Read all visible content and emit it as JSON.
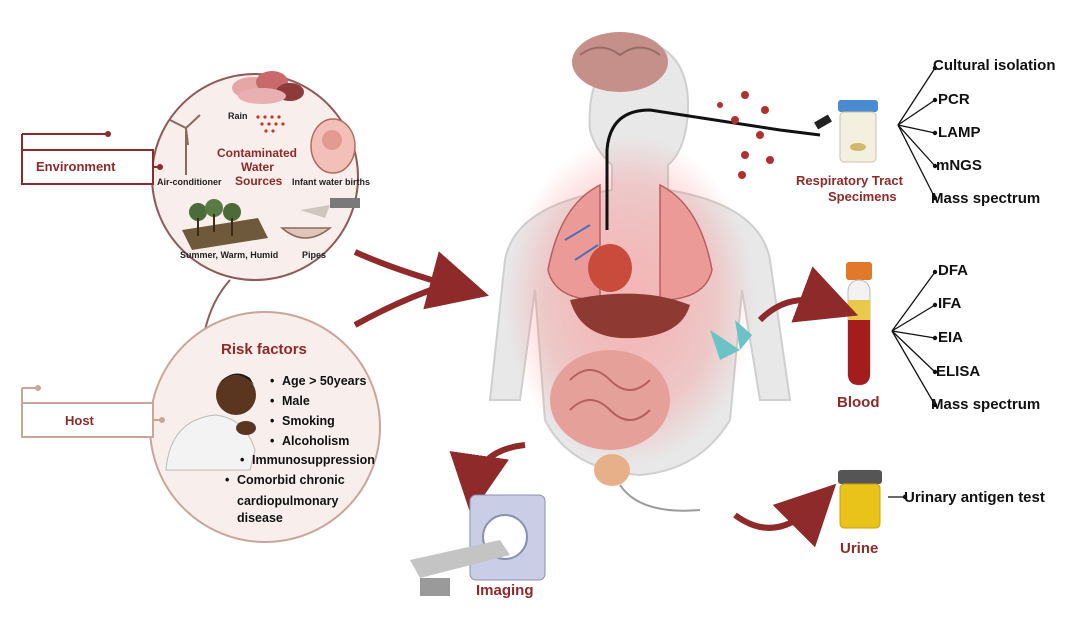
{
  "environment": {
    "box_label": "Environment",
    "center_label": [
      "Contaminated",
      "Water",
      "Sources"
    ],
    "items": {
      "rain": "Rain",
      "air_conditioner": "Air-conditioner",
      "infant_births": "Infant water births",
      "summer": "Summer, Warm, Humid",
      "pipes": "Pipes"
    }
  },
  "host": {
    "box_label": "Host",
    "risk_title": "Risk factors",
    "risk_factors": [
      "Age > 50years",
      "Male",
      "Smoking",
      "Alcoholism",
      "Immunosuppression"
    ],
    "comorbid": [
      "Comorbid chronic",
      "cardiopulmonary",
      "disease"
    ]
  },
  "respiratory": {
    "label": [
      "Respiratory Tract",
      "Specimens"
    ],
    "tests": [
      "Cultural isolation",
      "PCR",
      "LAMP",
      "mNGS",
      "Mass spectrum"
    ]
  },
  "blood": {
    "label": "Blood",
    "tests": [
      "DFA",
      "IFA",
      "EIA",
      "ELISA",
      "Mass spectrum"
    ]
  },
  "urine": {
    "label": "Urine",
    "test": "Urinary antigen test"
  },
  "imaging": {
    "label": "Imaging"
  },
  "colors": {
    "accent_red": "#8e2a2a",
    "circle_fill": "#f8efec",
    "blood_red": "#a41c1c",
    "urine_yellow": "#e9c21a"
  }
}
